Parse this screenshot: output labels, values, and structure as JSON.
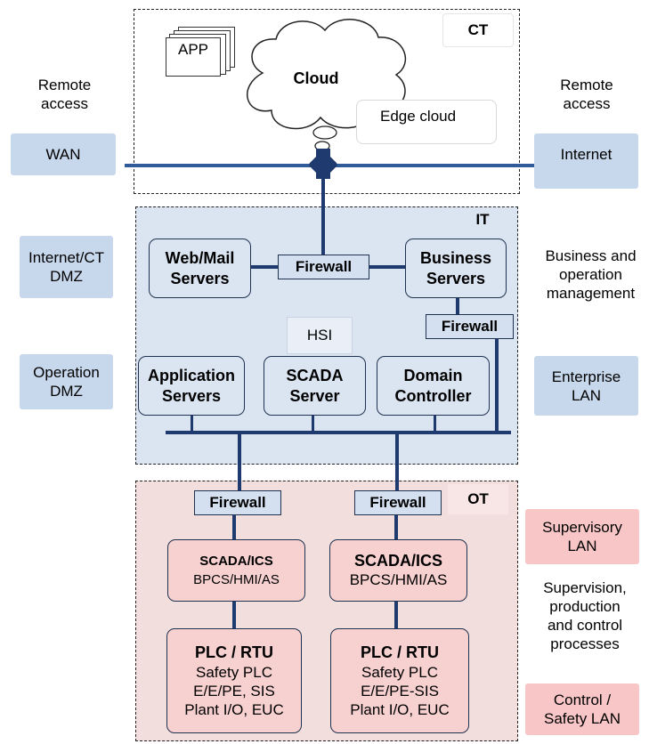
{
  "zones": {
    "ct": "CT",
    "it": "IT",
    "ot": "OT"
  },
  "ct": {
    "app": "APP",
    "cloud": "Cloud",
    "edge_cloud": "Edge cloud"
  },
  "left": {
    "remote_access": [
      "Remote",
      "access"
    ],
    "wan": "WAN",
    "internet_ct_dmz": [
      "Internet/CT",
      "DMZ"
    ],
    "operation_dmz": [
      "Operation",
      "DMZ"
    ]
  },
  "right": {
    "remote_access": [
      "Remote",
      "access"
    ],
    "internet": "Internet",
    "business_mgmt": [
      "Business and",
      "operation",
      "management"
    ],
    "enterprise_lan": [
      "Enterprise",
      "LAN"
    ],
    "supervisory_lan": [
      "Supervisory",
      "LAN"
    ],
    "supervision": [
      "Supervision,",
      "production",
      "and control",
      "processes"
    ],
    "control_lan": [
      "Control /",
      "Safety LAN"
    ]
  },
  "it": {
    "web_mail": [
      "Web/Mail",
      "Servers"
    ],
    "firewall_top": "Firewall",
    "business_servers": [
      "Business",
      "Servers"
    ],
    "firewall_right": "Firewall",
    "hsi": "HSI",
    "application_servers": [
      "Application",
      "Servers"
    ],
    "scada_server": [
      "SCADA",
      "Server"
    ],
    "domain_controller": [
      "Domain",
      "Controller"
    ]
  },
  "ot": {
    "firewall_left": "Firewall",
    "firewall_right": "Firewall",
    "scada_left": {
      "title": "SCADA/ICS",
      "sub": "BPCS/HMI/AS"
    },
    "scada_right": {
      "title": "SCADA/ICS",
      "sub": "BPCS/HMI/AS"
    },
    "plc_left": {
      "title": "PLC / RTU",
      "lines": [
        "Safety PLC",
        "E/E/PE, SIS",
        "Plant I/O, EUC"
      ]
    },
    "plc_right": {
      "title": "PLC / RTU",
      "lines": [
        "Safety PLC",
        "E/E/PE-SIS",
        "Plant I/O, EUC"
      ]
    }
  },
  "colors": {
    "it_zone": "#dbe4f1",
    "ot_zone": "#f3dede",
    "side_blue": "#c7d7ec",
    "side_red": "#f8c6c6",
    "link": "#2f5b9a"
  }
}
